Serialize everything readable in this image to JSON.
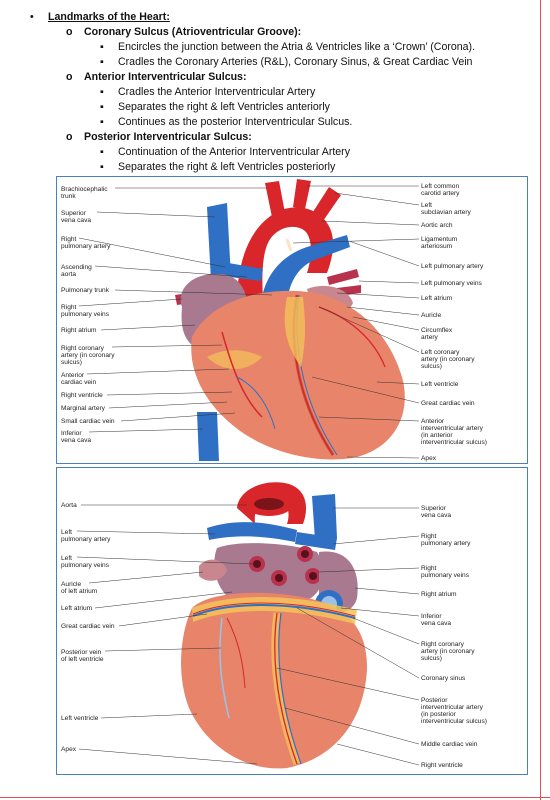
{
  "notes": {
    "heading": "Landmarks of the Heart:",
    "sections": [
      {
        "title": "Coronary Sulcus (Atrioventricular Groove):",
        "points": [
          "Encircles the junction between the Atria & Ventricles like a ‘Crown’ (Corona).",
          "Cradles the Coronary Arteries (R&L), Coronary Sinus, & Great Cardiac Vein"
        ]
      },
      {
        "title": "Anterior Interventricular Sulcus:",
        "points": [
          "Cradles the Anterior Interventricular Artery",
          "Separates the right & left Ventricles anteriorly",
          "Continues as the posterior Interventricular Sulcus."
        ]
      },
      {
        "title": "Posterior Interventricular Sulcus:",
        "points": [
          "Continuation of the Anterior Interventricular Artery",
          "Separates the right & left Ventricles posteriorly"
        ]
      }
    ]
  },
  "anterior_figure": {
    "left_labels": [
      {
        "lines": [
          "Brachiocephalic",
          "trunk"
        ]
      },
      {
        "lines": [
          "Superior",
          "vena cava"
        ]
      },
      {
        "lines": [
          "Right",
          "pulmonary artery"
        ]
      },
      {
        "lines": [
          "Ascending",
          "aorta"
        ]
      },
      {
        "lines": [
          "Pulmonary trunk"
        ]
      },
      {
        "lines": [
          "Right",
          "pulmonary veins"
        ]
      },
      {
        "lines": [
          "Right atrium"
        ]
      },
      {
        "lines": [
          "Right coronary",
          "artery (in coronary",
          "sulcus)"
        ]
      },
      {
        "lines": [
          "Anterior",
          "cardiac vein"
        ]
      },
      {
        "lines": [
          "Right ventricle"
        ]
      },
      {
        "lines": [
          "Marginal artery"
        ]
      },
      {
        "lines": [
          "Small cardiac vein"
        ]
      },
      {
        "lines": [
          "Inferior",
          "vena cava"
        ]
      }
    ],
    "right_labels": [
      {
        "lines": [
          "Left common",
          "carotid artery"
        ]
      },
      {
        "lines": [
          "Left",
          "subclavian artery"
        ]
      },
      {
        "lines": [
          "Aortic arch"
        ]
      },
      {
        "lines": [
          "Ligamentum",
          "arteriosum"
        ]
      },
      {
        "lines": [
          "Left pulmonary artery"
        ]
      },
      {
        "lines": [
          "Left pulmonary veins"
        ]
      },
      {
        "lines": [
          "Left atrium"
        ]
      },
      {
        "lines": [
          "Auricle"
        ]
      },
      {
        "lines": [
          "Circumflex",
          "artery"
        ]
      },
      {
        "lines": [
          "Left coronary",
          "artery (in coronary",
          "sulcus)"
        ]
      },
      {
        "lines": [
          "Left ventricle"
        ]
      },
      {
        "lines": [
          "Great cardiac vein"
        ]
      },
      {
        "lines": [
          "Anterior",
          "interventricular artery",
          "(in anterior",
          "interventricular sulcus)"
        ]
      },
      {
        "lines": [
          "Apex"
        ]
      }
    ]
  },
  "posterior_figure": {
    "left_labels": [
      {
        "lines": [
          "Aorta"
        ]
      },
      {
        "lines": [
          "Left",
          "pulmonary artery"
        ]
      },
      {
        "lines": [
          "Left",
          "pulmonary veins"
        ]
      },
      {
        "lines": [
          "Auricle",
          "of left atrium"
        ]
      },
      {
        "lines": [
          "Left atrium"
        ]
      },
      {
        "lines": [
          "Great cardiac vein"
        ]
      },
      {
        "lines": [
          "Posterior vein",
          "of left ventricle"
        ]
      },
      {
        "lines": [
          "Left ventricle"
        ]
      },
      {
        "lines": [
          "Apex"
        ]
      }
    ],
    "right_labels": [
      {
        "lines": [
          "Superior",
          "vena cava"
        ]
      },
      {
        "lines": [
          "Right",
          "pulmonary artery"
        ]
      },
      {
        "lines": [
          "Right",
          "pulmonary veins"
        ]
      },
      {
        "lines": [
          "Right atrium"
        ]
      },
      {
        "lines": [
          "Inferior",
          "vena cava"
        ]
      },
      {
        "lines": [
          "Right coronary",
          "artery (in coronary",
          "sulcus)"
        ]
      },
      {
        "lines": [
          "Coronary sinus"
        ]
      },
      {
        "lines": [
          "Posterior",
          "interventricular artery",
          "(in posterior",
          "interventricular sulcus)"
        ]
      },
      {
        "lines": [
          "Middle cardiac vein"
        ]
      },
      {
        "lines": [
          "Right ventricle"
        ]
      }
    ]
  },
  "colors": {
    "muscle": "#e8846a",
    "muscle_dark": "#c9553f",
    "artery_red": "#d8262b",
    "vein_blue": "#2f6fc4",
    "fat_yellow": "#f3c35a",
    "atrium_purple": "#a8798f",
    "frame_red": "#e05050",
    "panel_border": "#4a7fc0"
  }
}
